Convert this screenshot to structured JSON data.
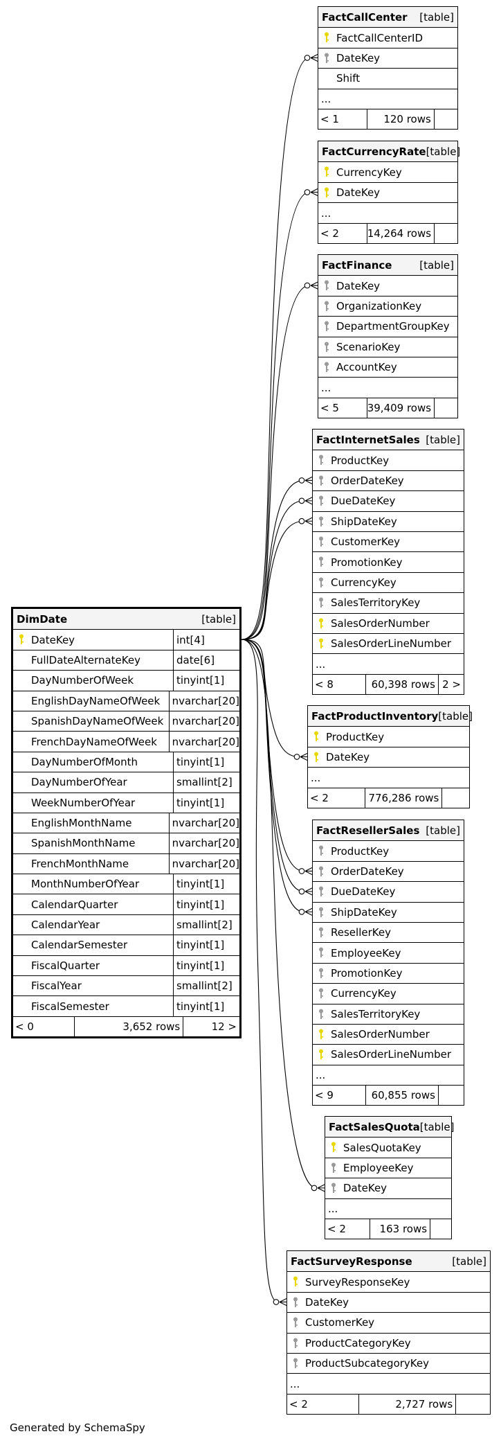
{
  "footer": "Generated by SchemaSpy",
  "colors": {
    "primary_key": "#e8d800",
    "foreign_key": "#9a9a9a",
    "header_bg": "#f4f4f4"
  },
  "tables": {
    "dimdate": {
      "name": "DimDate",
      "kind": "[table]",
      "columns": [
        {
          "name": "DateKey",
          "type": "int[4]",
          "key": "pk"
        },
        {
          "name": "FullDateAlternateKey",
          "type": "date[6]",
          "key": ""
        },
        {
          "name": "DayNumberOfWeek",
          "type": "tinyint[1]",
          "key": ""
        },
        {
          "name": "EnglishDayNameOfWeek",
          "type": "nvarchar[20]",
          "key": ""
        },
        {
          "name": "SpanishDayNameOfWeek",
          "type": "nvarchar[20]",
          "key": ""
        },
        {
          "name": "FrenchDayNameOfWeek",
          "type": "nvarchar[20]",
          "key": ""
        },
        {
          "name": "DayNumberOfMonth",
          "type": "tinyint[1]",
          "key": ""
        },
        {
          "name": "DayNumberOfYear",
          "type": "smallint[2]",
          "key": ""
        },
        {
          "name": "WeekNumberOfYear",
          "type": "tinyint[1]",
          "key": ""
        },
        {
          "name": "EnglishMonthName",
          "type": "nvarchar[20]",
          "key": ""
        },
        {
          "name": "SpanishMonthName",
          "type": "nvarchar[20]",
          "key": ""
        },
        {
          "name": "FrenchMonthName",
          "type": "nvarchar[20]",
          "key": ""
        },
        {
          "name": "MonthNumberOfYear",
          "type": "tinyint[1]",
          "key": ""
        },
        {
          "name": "CalendarQuarter",
          "type": "tinyint[1]",
          "key": ""
        },
        {
          "name": "CalendarYear",
          "type": "smallint[2]",
          "key": ""
        },
        {
          "name": "CalendarSemester",
          "type": "tinyint[1]",
          "key": ""
        },
        {
          "name": "FiscalQuarter",
          "type": "tinyint[1]",
          "key": ""
        },
        {
          "name": "FiscalYear",
          "type": "smallint[2]",
          "key": ""
        },
        {
          "name": "FiscalSemester",
          "type": "tinyint[1]",
          "key": ""
        }
      ],
      "footer": {
        "parents": "< 0",
        "rows": "3,652 rows",
        "children": "12 >"
      }
    },
    "factcallcenter": {
      "name": "FactCallCenter",
      "kind": "[table]",
      "columns": [
        {
          "name": "FactCallCenterID",
          "key": "pk"
        },
        {
          "name": "DateKey",
          "key": "fk"
        },
        {
          "name": "Shift",
          "key": ""
        }
      ],
      "ellipsis": "...",
      "footer": {
        "parents": "< 1",
        "rows": "120 rows",
        "children": ""
      }
    },
    "factcurrencyrate": {
      "name": "FactCurrencyRate",
      "kind": "[table]",
      "columns": [
        {
          "name": "CurrencyKey",
          "key": "pk"
        },
        {
          "name": "DateKey",
          "key": "pk"
        }
      ],
      "ellipsis": "...",
      "footer": {
        "parents": "< 2",
        "rows": "14,264 rows",
        "children": ""
      }
    },
    "factfinance": {
      "name": "FactFinance",
      "kind": "[table]",
      "columns": [
        {
          "name": "DateKey",
          "key": "fk"
        },
        {
          "name": "OrganizationKey",
          "key": "fk"
        },
        {
          "name": "DepartmentGroupKey",
          "key": "fk"
        },
        {
          "name": "ScenarioKey",
          "key": "fk"
        },
        {
          "name": "AccountKey",
          "key": "fk"
        }
      ],
      "ellipsis": "...",
      "footer": {
        "parents": "< 5",
        "rows": "39,409 rows",
        "children": ""
      }
    },
    "factinternetsales": {
      "name": "FactInternetSales",
      "kind": "[table]",
      "columns": [
        {
          "name": "ProductKey",
          "key": "fk"
        },
        {
          "name": "OrderDateKey",
          "key": "fk"
        },
        {
          "name": "DueDateKey",
          "key": "fk"
        },
        {
          "name": "ShipDateKey",
          "key": "fk"
        },
        {
          "name": "CustomerKey",
          "key": "fk"
        },
        {
          "name": "PromotionKey",
          "key": "fk"
        },
        {
          "name": "CurrencyKey",
          "key": "fk"
        },
        {
          "name": "SalesTerritoryKey",
          "key": "fk"
        },
        {
          "name": "SalesOrderNumber",
          "key": "pk"
        },
        {
          "name": "SalesOrderLineNumber",
          "key": "pk"
        }
      ],
      "ellipsis": "...",
      "footer": {
        "parents": "< 8",
        "rows": "60,398 rows",
        "children": "2 >"
      }
    },
    "factproductinventory": {
      "name": "FactProductInventory",
      "kind": "[table]",
      "columns": [
        {
          "name": "ProductKey",
          "key": "pk"
        },
        {
          "name": "DateKey",
          "key": "pk"
        }
      ],
      "ellipsis": "...",
      "footer": {
        "parents": "< 2",
        "rows": "776,286 rows",
        "children": ""
      }
    },
    "factresellersales": {
      "name": "FactResellerSales",
      "kind": "[table]",
      "columns": [
        {
          "name": "ProductKey",
          "key": "fk"
        },
        {
          "name": "OrderDateKey",
          "key": "fk"
        },
        {
          "name": "DueDateKey",
          "key": "fk"
        },
        {
          "name": "ShipDateKey",
          "key": "fk"
        },
        {
          "name": "ResellerKey",
          "key": "fk"
        },
        {
          "name": "EmployeeKey",
          "key": "fk"
        },
        {
          "name": "PromotionKey",
          "key": "fk"
        },
        {
          "name": "CurrencyKey",
          "key": "fk"
        },
        {
          "name": "SalesTerritoryKey",
          "key": "fk"
        },
        {
          "name": "SalesOrderNumber",
          "key": "pk"
        },
        {
          "name": "SalesOrderLineNumber",
          "key": "pk"
        }
      ],
      "ellipsis": "...",
      "footer": {
        "parents": "< 9",
        "rows": "60,855 rows",
        "children": ""
      }
    },
    "factsalesquota": {
      "name": "FactSalesQuota",
      "kind": "[table]",
      "columns": [
        {
          "name": "SalesQuotaKey",
          "key": "pk"
        },
        {
          "name": "EmployeeKey",
          "key": "fk"
        },
        {
          "name": "DateKey",
          "key": "fk"
        }
      ],
      "ellipsis": "...",
      "footer": {
        "parents": "< 2",
        "rows": "163 rows",
        "children": ""
      }
    },
    "factsurveyresponse": {
      "name": "FactSurveyResponse",
      "kind": "[table]",
      "columns": [
        {
          "name": "SurveyResponseKey",
          "key": "pk"
        },
        {
          "name": "DateKey",
          "key": "fk"
        },
        {
          "name": "CustomerKey",
          "key": "fk"
        },
        {
          "name": "ProductCategoryKey",
          "key": "fk"
        },
        {
          "name": "ProductSubcategoryKey",
          "key": "fk"
        }
      ],
      "ellipsis": "...",
      "footer": {
        "parents": "< 2",
        "rows": "2,727 rows",
        "children": ""
      }
    }
  },
  "relationships": [
    {
      "from": "dimdate.DateKey",
      "to": "factcallcenter.DateKey"
    },
    {
      "from": "dimdate.DateKey",
      "to": "factcurrencyrate.DateKey"
    },
    {
      "from": "dimdate.DateKey",
      "to": "factfinance.DateKey"
    },
    {
      "from": "dimdate.DateKey",
      "to": "factinternetsales.OrderDateKey"
    },
    {
      "from": "dimdate.DateKey",
      "to": "factinternetsales.DueDateKey"
    },
    {
      "from": "dimdate.DateKey",
      "to": "factinternetsales.ShipDateKey"
    },
    {
      "from": "dimdate.DateKey",
      "to": "factproductinventory.DateKey"
    },
    {
      "from": "dimdate.DateKey",
      "to": "factresellersales.OrderDateKey"
    },
    {
      "from": "dimdate.DateKey",
      "to": "factresellersales.DueDateKey"
    },
    {
      "from": "dimdate.DateKey",
      "to": "factresellersales.ShipDateKey"
    },
    {
      "from": "dimdate.DateKey",
      "to": "factsalesquota.DateKey"
    },
    {
      "from": "dimdate.DateKey",
      "to": "factsurveyresponse.DateKey"
    }
  ]
}
